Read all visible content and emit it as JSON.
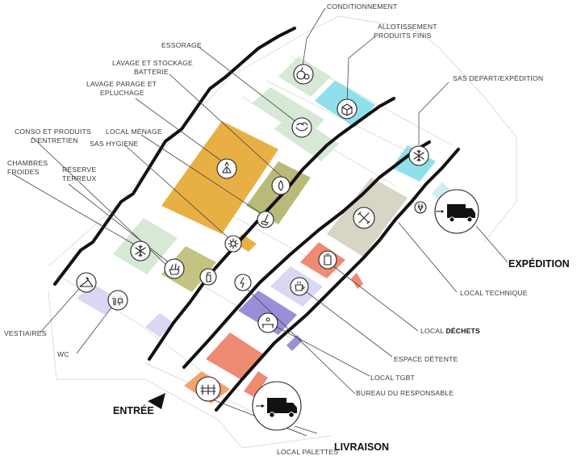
{
  "labels": {
    "conditionnement": "CONDITIONNEMENT",
    "allotissement_1": "ALLOTISSEMENT",
    "allotissement_2": "PRODUITS FINIS",
    "essorage": "ESSORAGE",
    "lavage_stockage_1": "LAVAGE ET STOCKAGE",
    "lavage_stockage_2": "BATTERIE",
    "lavage_parage_1": "LAVAGE PARAGE ET",
    "lavage_parage_2": "EPLUCHAGE",
    "sas_depart": "SAS DEPART/EXPÉDITION",
    "conso_1": "CONSO ET PRODUITS",
    "conso_2": "D'ENTRETIEN",
    "local_menage": "LOCAL MÉNAGE",
    "sas_hygiene": "SAS HYGIENE",
    "chambres_1": "CHAMBRES",
    "chambres_2": "FROIDES",
    "reserve_1": "RÉSERVE",
    "reserve_2": "TERREUX",
    "vestiaires": "VESTIAIRES",
    "wc": "WC",
    "local_technique": "LOCAL TECHNIQUE",
    "local_dechets_prefix": "LOCAL",
    "local_dechets_bold": "DÉCHETS",
    "espace_detente": "ESPACE DÉTENTE",
    "local_tgbt": "LOCAL TGBT",
    "bureau": "BUREAU DU RESPONSABLE",
    "local_palettes": "LOCAL PALETTES",
    "expedition": "EXPÉDITION",
    "livraison": "LIVRAISON",
    "entree": "ENTRÉE"
  },
  "colors": {
    "orange": "#e8b044",
    "olive": "#c4c382",
    "olive_dark": "#b9b97a",
    "pale_green": "#d7e8d6",
    "cyan": "#8fe0ea",
    "lavender": "#d9d7f2",
    "purple": "#9a8ed8",
    "salmon": "#ef8a73",
    "pale_orange": "#f2a46b",
    "taupe": "#d8d4c6",
    "ice": "#cfeef2",
    "wall": "#111111"
  },
  "icons": [
    "citrus-icon",
    "box-icon",
    "salad-icon",
    "snowflake-icon",
    "lettuce-icon",
    "drop-icon",
    "broom-icon",
    "virus-icon",
    "spray-icon",
    "vegetables-icon",
    "hanger-icon",
    "wc-icon",
    "tools-icon",
    "trash-icon",
    "coffee-icon",
    "lightning-icon",
    "desk-icon",
    "plug-icon",
    "truck-icon",
    "pallet-icon"
  ]
}
